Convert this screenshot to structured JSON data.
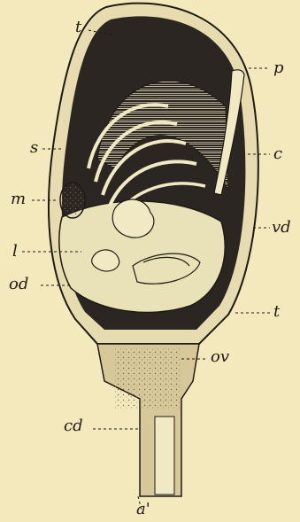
{
  "diagram": {
    "labels": {
      "t_top": "t",
      "p": "p",
      "s": "s",
      "c": "c",
      "m": "m",
      "vd": "vd",
      "l": "l",
      "od": "od",
      "t_bottom": "t",
      "ov": "ov",
      "cd": "cd",
      "a_prime": "a'"
    },
    "colors": {
      "background": "#f3e9bc",
      "dark_fill": "#2b2622",
      "light_fill": "#e9e1b8",
      "stalk_fill": "#d7c89a",
      "ink": "#1e1a14"
    }
  }
}
